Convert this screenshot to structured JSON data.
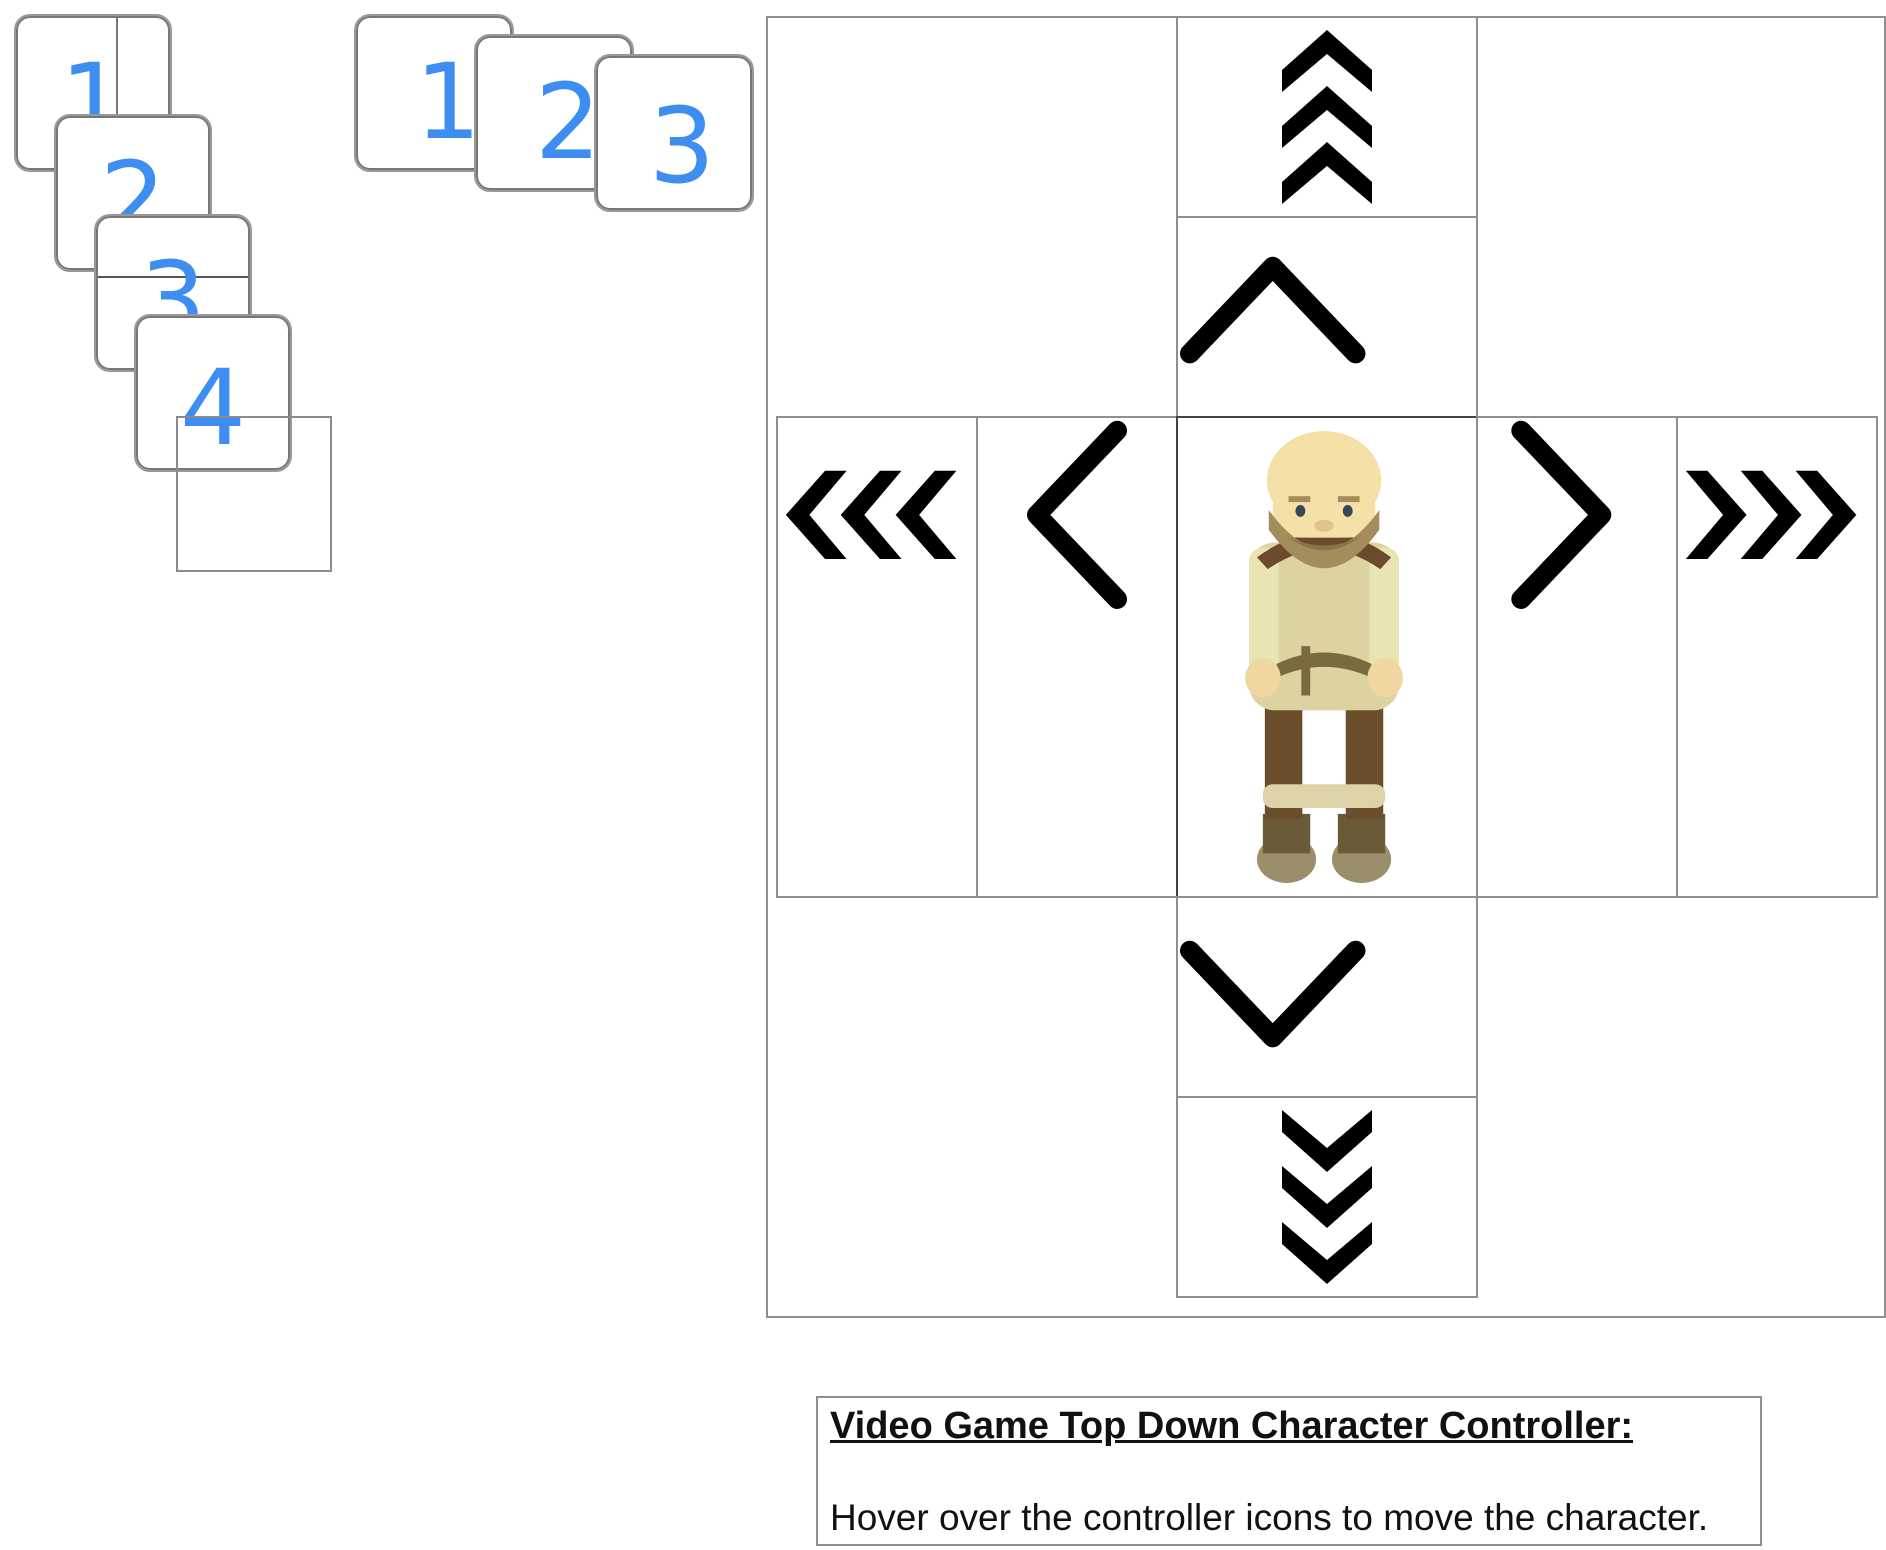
{
  "stacked_cards_vertical": [
    {
      "label": "1"
    },
    {
      "label": "2"
    },
    {
      "label": "3"
    },
    {
      "label": "4"
    }
  ],
  "stacked_cards_horizontal": [
    {
      "label": "1"
    },
    {
      "label": "2"
    },
    {
      "label": "3"
    }
  ],
  "controller": {
    "controls": [
      {
        "name": "move-up-fast-button",
        "icon": "triple-chevron-up-icon"
      },
      {
        "name": "move-up-button",
        "icon": "chevron-up-icon"
      },
      {
        "name": "move-left-fast-button",
        "icon": "triple-chevron-left-icon"
      },
      {
        "name": "move-left-button",
        "icon": "chevron-left-icon"
      },
      {
        "name": "move-right-button",
        "icon": "chevron-right-icon"
      },
      {
        "name": "move-right-fast-button",
        "icon": "triple-chevron-right-icon"
      },
      {
        "name": "move-down-button",
        "icon": "chevron-down-icon"
      },
      {
        "name": "move-down-fast-button",
        "icon": "triple-chevron-down-icon"
      }
    ],
    "character": "bald-bearded-villager-sprite"
  },
  "info": {
    "title": "Video Game Top Down Character Controller:",
    "description": "Hover over the controller icons to move the character."
  },
  "colors": {
    "card_number": "#3d8ef0",
    "border": "#8f8f8f",
    "arrow": "#000000"
  }
}
